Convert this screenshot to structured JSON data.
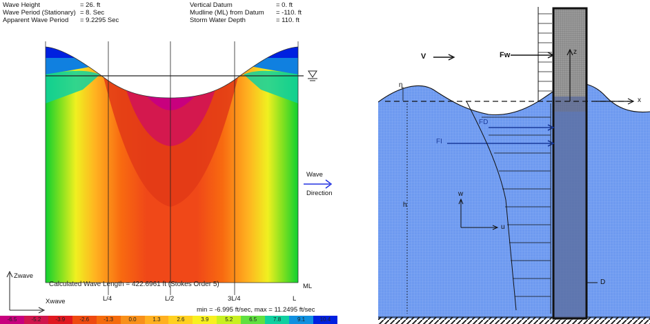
{
  "left": {
    "header": {
      "wave_height_label": "Wave Height",
      "wave_height_value": "= 26. ft",
      "wave_period_label": "Wave Period (Stationary)",
      "wave_period_value": "= 8. Sec",
      "apparent_period_label": "Apparent Wave Period",
      "apparent_period_value": "= 9.2295 Sec",
      "vertical_datum_label": "Vertical Datum",
      "vertical_datum_value": "= 0. ft",
      "mudline_label": "Mudline (ML) from Datum",
      "mudline_value": "= -110. ft",
      "storm_depth_label": "Storm Water Depth",
      "storm_depth_value": "= 110. ft"
    },
    "wave_length_text": "Calculated Wave Length = 422.6961 ft  (Stokes Order 5)",
    "ml_label": "ML",
    "wave_direction_line1": "Wave",
    "wave_direction_line2": "Direction",
    "zwave_label": "Zwave",
    "xwave_label": "Xwave",
    "ticks": [
      "L/4",
      "L/2",
      "3L/4",
      "L"
    ],
    "minmax_text": "min = -6.995 ft/sec,  max = 11.2495 ft/sec",
    "legend": {
      "values": [
        "-6.5",
        "-5.2",
        "-3.9",
        "-2.6",
        "-1.3",
        "0.0",
        "1.3",
        "2.6",
        "3.9",
        "5.2",
        "6.5",
        "7.8",
        "9.1",
        "10.4"
      ],
      "colors": [
        "#c8007e",
        "#d0164d",
        "#e01820",
        "#ee4a10",
        "#f46a0c",
        "#f8901a",
        "#ffb020",
        "#ffd020",
        "#f8f020",
        "#c8f020",
        "#60e040",
        "#10d0a0",
        "#1090e0",
        "#0020e0"
      ]
    }
  },
  "right": {
    "v_label": "V",
    "fw_label": "Fw",
    "z_label": "z",
    "x_label": "x",
    "fd_label": "FD",
    "fi_label": "FI",
    "w_label": "w",
    "u_label": "u",
    "h_label": "h",
    "d_label": "D",
    "eta_label": "η"
  }
}
